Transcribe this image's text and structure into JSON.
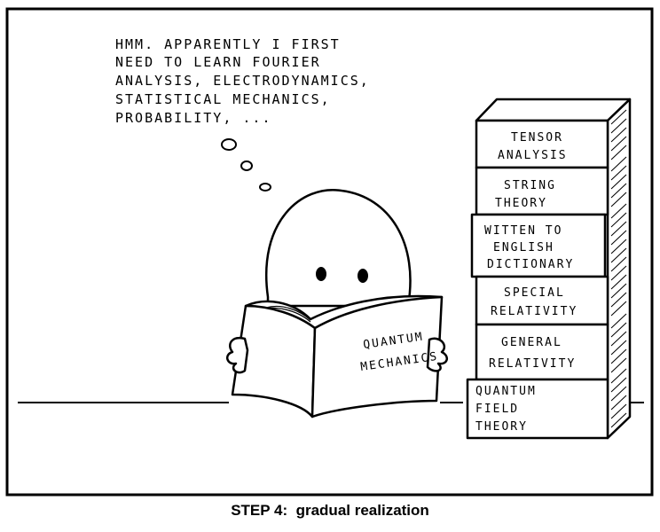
{
  "comic": {
    "thought_lines": [
      "HMM. APPARENTLY I FIRST",
      "NEED TO LEARN FOURIER",
      "ANALYSIS, ELECTRODYNAMICS,",
      "STATISTICAL MECHANICS,",
      "PROBABILITY, ..."
    ],
    "book_cover": [
      "QUANTUM",
      "MECHANICS"
    ],
    "stack_books": [
      [
        "TENSOR",
        "ANALYSIS"
      ],
      [
        "STRING",
        "THEORY"
      ],
      [
        "WITTEN TO",
        "ENGLISH",
        "DICTIONARY"
      ],
      [
        "SPECIAL",
        "RELATIVITY"
      ],
      [
        "GENERAL",
        "RELATIVITY"
      ],
      [
        "QUANTUM",
        "FIELD",
        "THEORY"
      ]
    ]
  },
  "caption": {
    "step": "STEP 4:",
    "text": "gradual realization"
  }
}
